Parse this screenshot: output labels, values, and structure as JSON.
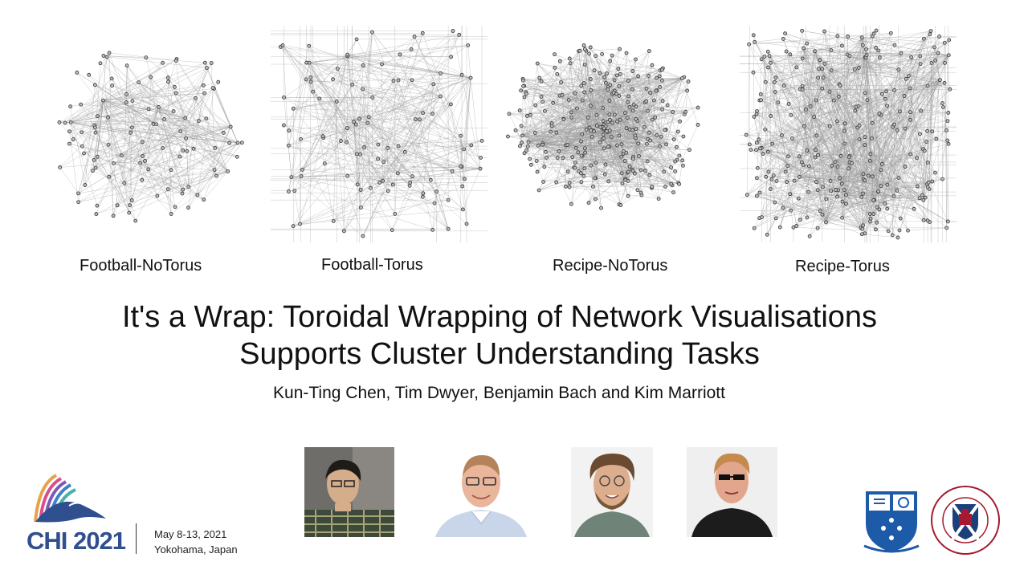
{
  "graphs": [
    {
      "caption": "Football-NoTorus"
    },
    {
      "caption": "Football-Torus"
    },
    {
      "caption": "Recipe-NoTorus"
    },
    {
      "caption": "Recipe-Torus"
    }
  ],
  "title": {
    "line1": "It's a Wrap: Toroidal Wrapping of Network Visualisations",
    "line2": "Supports Cluster Understanding Tasks"
  },
  "authors": "Kun-Ting Chen, Tim Dwyer, Benjamin Bach and Kim Marriott",
  "conference": {
    "name": "CHI 2021",
    "dates": "May 8-13, 2021",
    "location": "Yokohama, Japan"
  },
  "colors": {
    "chi_blue": "#2f4f8f",
    "monash_blue": "#1d5aa8",
    "edinburgh_red": "#a6192e"
  }
}
